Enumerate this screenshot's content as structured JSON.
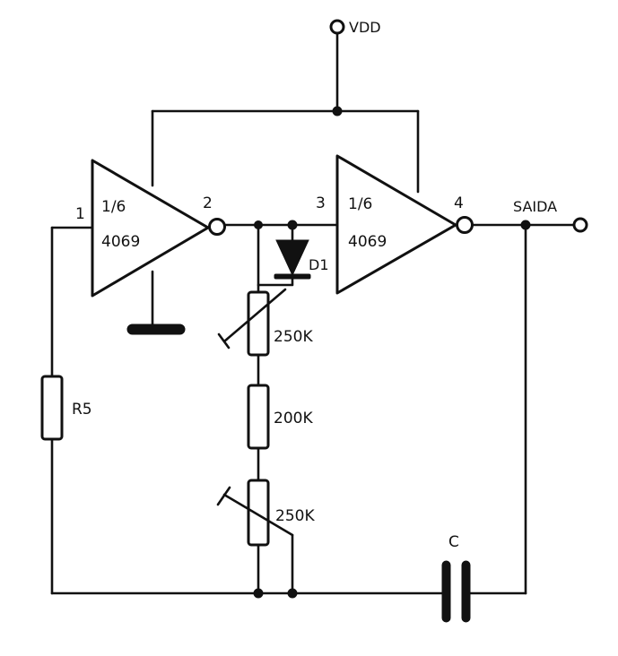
{
  "labels": {
    "vdd": "VDD",
    "output": "SAIDA",
    "pin1": "1",
    "pin2": "2",
    "pin3": "3",
    "pin4": "4",
    "d1": "D1",
    "r5": "R5",
    "pot_top": "250K",
    "resistor_mid": "200K",
    "pot_bottom": "250K",
    "capacitor": "C"
  },
  "gate1": {
    "fraction": "1/6",
    "part": "4069"
  },
  "gate2": {
    "fraction": "1/6",
    "part": "4069"
  }
}
